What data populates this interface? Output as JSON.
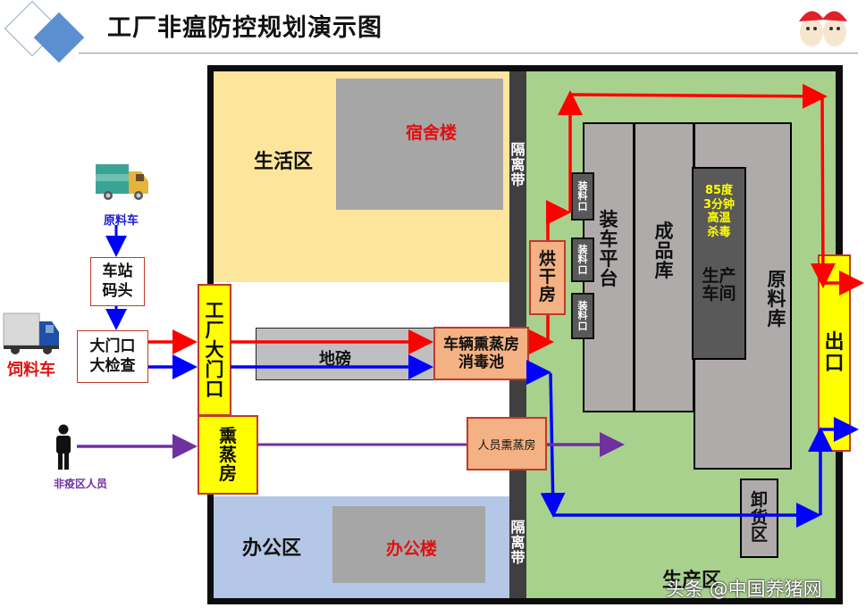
{
  "header": {
    "title": "工厂非瘟防控规划演示图",
    "logo": "mascot-pigs-with-red-hats"
  },
  "colors": {
    "living_zone": "#fde59c",
    "office_zone": "#b4c7e7",
    "production_zone": "#a9d18e",
    "isolation_belt": "#3f3f3f",
    "building_gray": "#a6a6a6",
    "facility_gray": "#afabab",
    "gate_yellow": "#ffff00",
    "fumigation_orange": "#f4b183",
    "clean_flow": "#ff0000",
    "dirty_flow": "#0000ff",
    "personnel_flow": "#7030a0"
  },
  "external": {
    "raw_truck_label": "原料车",
    "station_dock": [
      "车站",
      "码头"
    ],
    "gate_check": [
      "大门口",
      "大检查"
    ],
    "feed_truck_label": "饲料车",
    "personnel_label": "非疫区人员"
  },
  "zones": {
    "living": {
      "label": "生活区",
      "building": "宿舍楼"
    },
    "office": {
      "label": "办公区",
      "building": "办公楼"
    },
    "isolation_belt_top": [
      "隔",
      "离",
      "带"
    ],
    "isolation_belt_bottom": [
      "隔",
      "离",
      "带"
    ],
    "production": {
      "label": "生产区"
    }
  },
  "facilities": {
    "factory_gate": [
      "工",
      "厂",
      "大",
      "门",
      "口"
    ],
    "fumigation_room": [
      "熏",
      "蒸",
      "房"
    ],
    "weighbridge": "地磅",
    "vehicle_fumigation": [
      "车辆熏蒸房",
      "消毒池"
    ],
    "personnel_fumigation": "人员熏蒸房",
    "drying_room": [
      "烘",
      "干",
      "房"
    ],
    "loading_ports": [
      [
        "装",
        "料",
        "口"
      ],
      [
        "装",
        "料",
        "口"
      ],
      [
        "装",
        "料",
        "口"
      ]
    ],
    "loading_platform": [
      "装",
      "车",
      "平",
      "台"
    ],
    "finished_goods": [
      "成",
      "品",
      "库"
    ],
    "workshop": {
      "note": [
        "85度",
        "3分钟",
        "高温",
        "杀毒"
      ],
      "label": [
        "生产",
        "车间"
      ]
    },
    "raw_material_store": [
      "原",
      "料",
      "库"
    ],
    "unloading_area": [
      "卸",
      "货",
      "区"
    ],
    "exit": [
      "出",
      "口"
    ]
  },
  "watermark": "头条 @中国养猪网"
}
